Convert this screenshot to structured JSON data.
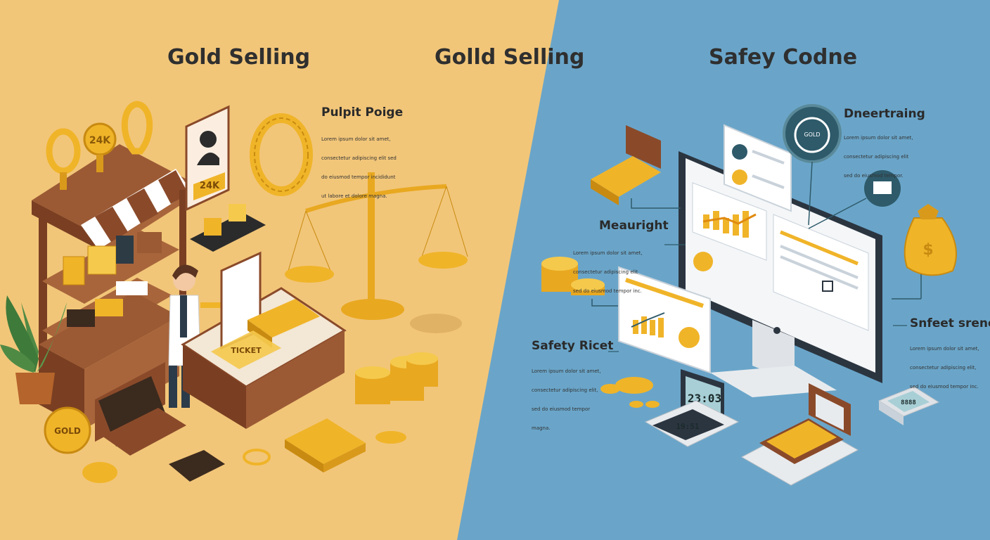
{
  "titles": {
    "left": "Gold Selling",
    "center": "Golld Selling",
    "right": "Safey Codne"
  },
  "labels": {
    "pulpit": "Pulpit Poige",
    "pulpit_text": [
      "Lorem ipsum dolor sit amet,",
      "consectetur adipiscing elit sed",
      "do eiusmod tempor incididunt",
      "ut labore et dolore magna."
    ],
    "dneertraing": "Dneertraing",
    "dneertraing_text": [
      "Lorem ipsum dolor sit amet,",
      "consectetur adipiscing elit",
      "sed do eiusmod tempor."
    ],
    "meauright": "Meauright",
    "meauright_text": [
      "Lorem ipsum dolor sit amet,",
      "consectetur adipiscing elit",
      "sed do eiusmod tempor inc."
    ],
    "safety_ricet": "Safety Ricet",
    "safety_ricet_text": [
      "Lorem ipsum dolor sit amet,",
      "consectetur adipiscing elit,",
      "sed do eiusmod tempor",
      "magna."
    ],
    "snfeet": "Snfeet srenen",
    "snfeet_text": [
      "Lorem ipsum dolor sit amet,",
      "consectetur adipiscing elit,",
      "sed do eiusmod tempor inc."
    ]
  },
  "objects": {
    "sign_24k": "24K",
    "medal_24k": "24K",
    "coin_gold": "GOLD",
    "ticket": "TICKET",
    "clock_time": "23:03",
    "scale_display": "19:51",
    "counter_display": "8888",
    "badge_gold": "GOLD"
  },
  "colors": {
    "left_bg": "#f2c679",
    "right_bg": "#6aa5c9",
    "gold": "#f0b429",
    "wood": "#8a4a2a"
  }
}
